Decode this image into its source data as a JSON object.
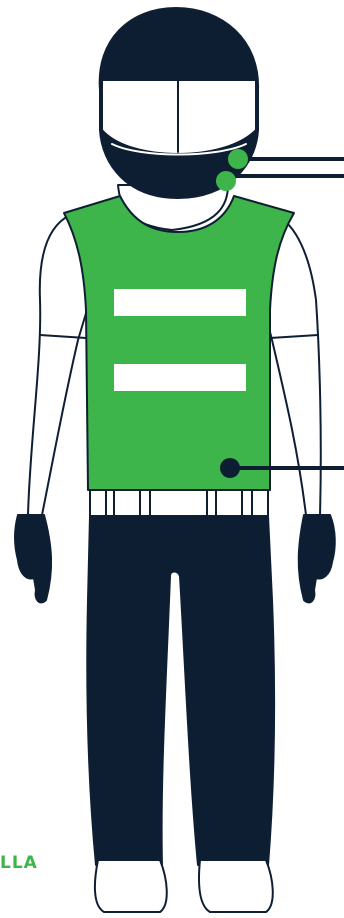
{
  "colors": {
    "outline": "#0f1f33",
    "navy": "#0d1e33",
    "vest": "#3db54a",
    "skin": "#ffffff",
    "marker_green": "#3db54a",
    "marker_dark": "#0d1e33"
  },
  "figure": {
    "edge_label": "LLA"
  },
  "markers": [
    {
      "name": "helmet-chin-marker",
      "color": "green"
    },
    {
      "name": "neck-marker",
      "color": "green"
    },
    {
      "name": "vest-marker",
      "color": "dark"
    }
  ]
}
